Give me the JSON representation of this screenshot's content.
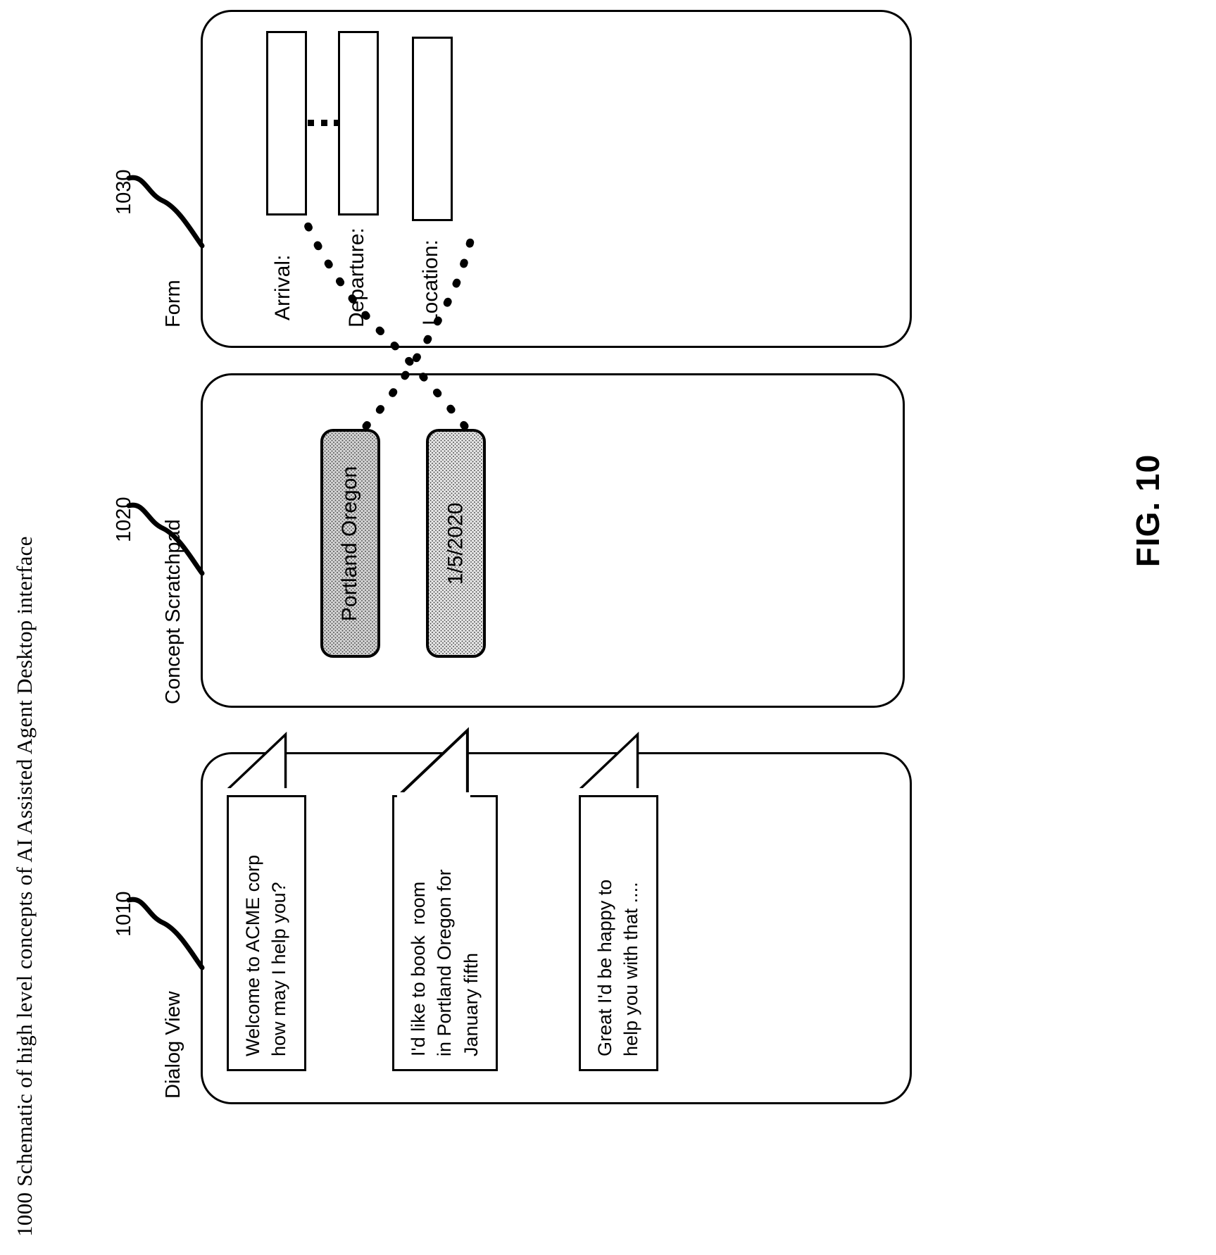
{
  "figure": {
    "title": "1000 Schematic of high level concepts of AI Assisted Agent Desktop interface",
    "caption": "FIG. 10"
  },
  "panels": [
    {
      "id": "dialog",
      "label": "Dialog View",
      "ref": "1010",
      "messages": [
        {
          "text": "Welcome to ACME corp\nhow may I help you?"
        },
        {
          "text": "I'd like to book  room\nin Portland Oregon for\nJanuary fifth"
        },
        {
          "text": "Great I'd be happy to\nhelp you with that ...."
        }
      ]
    },
    {
      "id": "scratchpad",
      "label": "Concept Scratchpad",
      "ref": "1020",
      "chips": [
        {
          "name": "location-concept",
          "text": "Portland Oregon"
        },
        {
          "name": "date-concept",
          "text": "1/5/2020"
        }
      ]
    },
    {
      "id": "form",
      "label": "Form",
      "ref": "1030",
      "fields": [
        {
          "name": "arrival",
          "label": "Arrival:",
          "value": ""
        },
        {
          "name": "departure",
          "label": "Departure:",
          "value": ""
        },
        {
          "name": "location",
          "label": "Location:",
          "value": ""
        }
      ]
    }
  ],
  "colors": {
    "stroke": "#000000",
    "background": "#ffffff",
    "chip_fill_dark": "#d4d4d4",
    "chip_fill_light": "#e6e6e6"
  }
}
